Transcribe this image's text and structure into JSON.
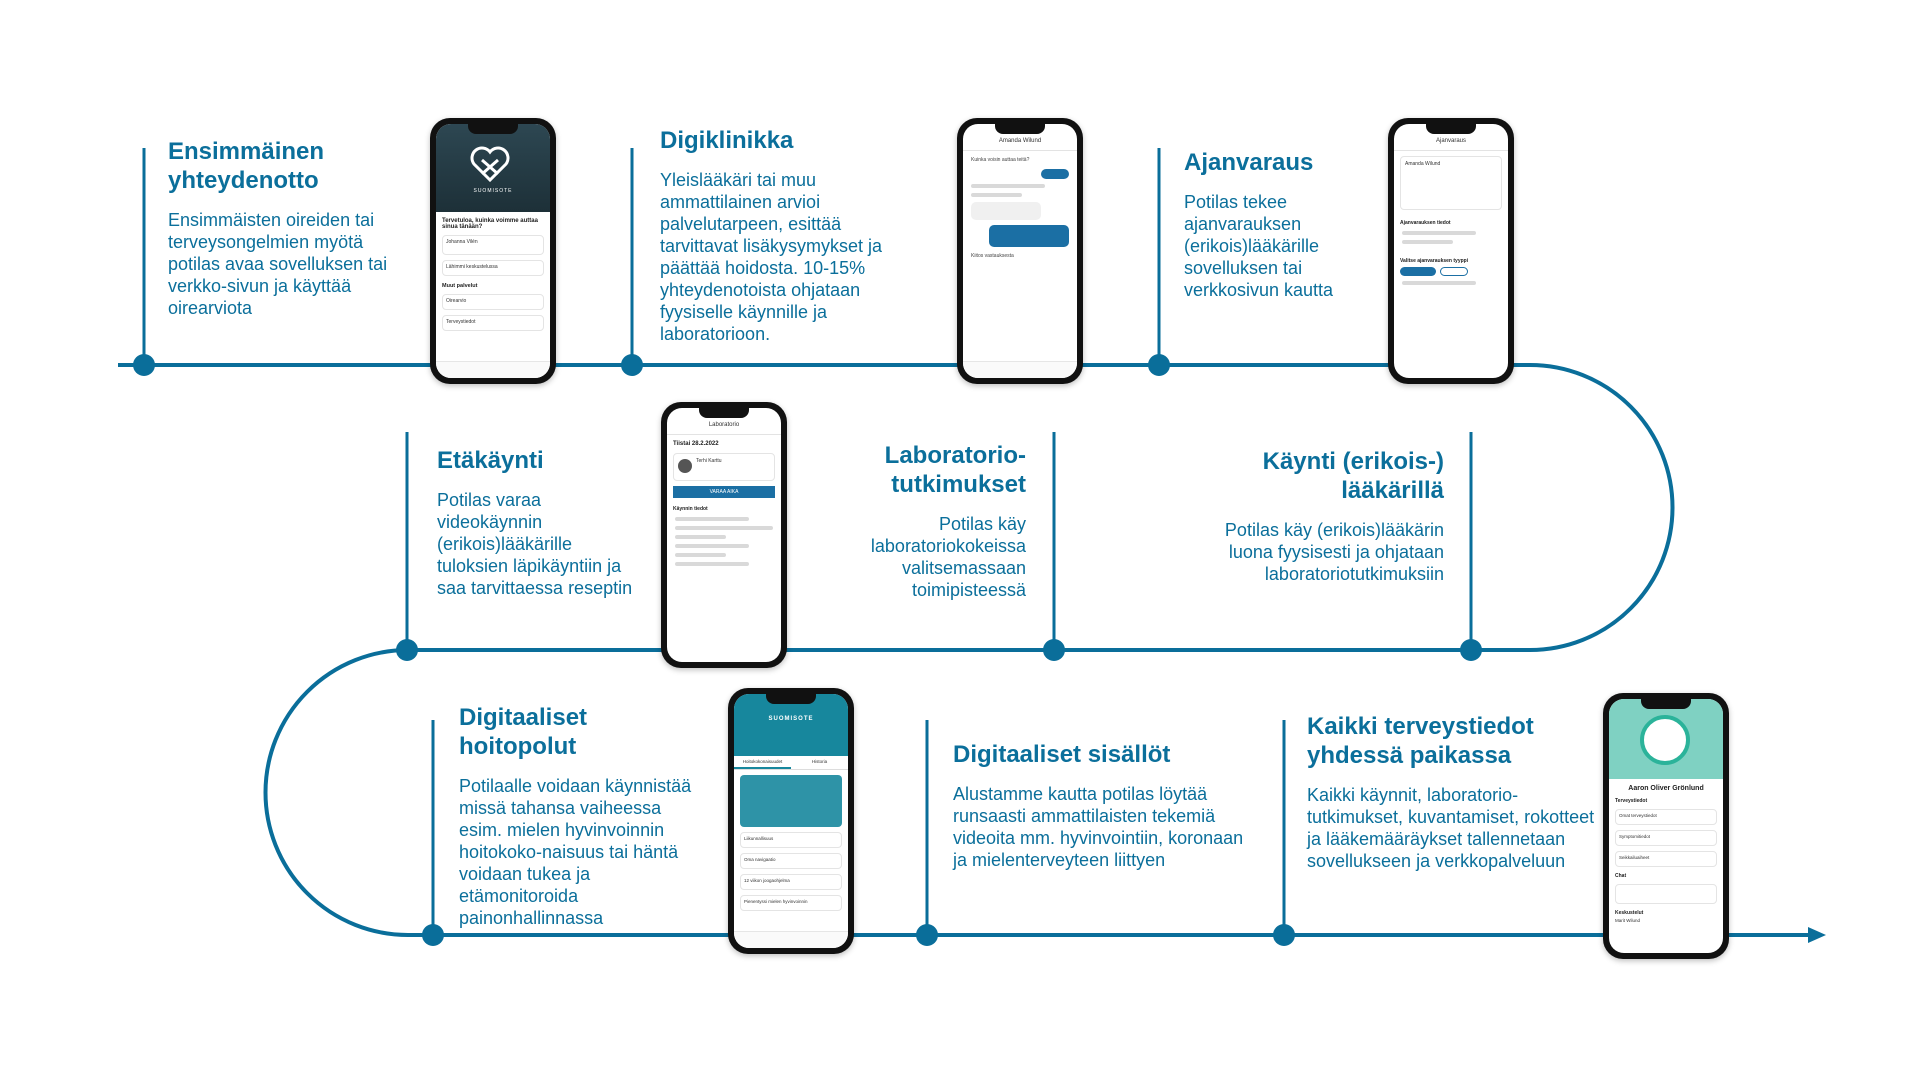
{
  "colors": {
    "line": "#0a6e9a",
    "text": "#0b6f9b",
    "accent": "#1b6fa4"
  },
  "steps": [
    {
      "title": "Ensimmäinen yhteydenotto",
      "text": "Ensimmäisten oireiden tai terveysongelmien myötä potilas avaa sovelluksen tai verkko-sivun ja käyttää oirearviota"
    },
    {
      "title": "Digiklinikka",
      "text": "Yleislääkäri tai muu ammattilainen arvioi palvelutarpeen, esittää tarvittavat lisäkysymykset ja päättää hoidosta. 10-15% yhteydenotoista ohjataan fyysiselle käynnille ja laboratorioon."
    },
    {
      "title": "Ajanvaraus",
      "text": "Potilas tekee ajanvarauksen (erikois)lääkärille sovelluksen tai verkkosivun kautta"
    },
    {
      "title": "Käynti (erikois-) lääkärillä",
      "text": "Potilas käy (erikois)lääkärin luona fyysisesti ja ohjataan laboratoriotutkimuksiin"
    },
    {
      "title": "Laboratorio-tutkimukset",
      "text": "Potilas käy laboratoriokokeissa valitsemassaan toimipisteessä"
    },
    {
      "title": "Etäkäynti",
      "text": "Potilas varaa videokäynnin (erikois)lääkärille tuloksien läpikäyntiin ja saa tarvittaessa reseptin"
    },
    {
      "title": "Digitaaliset hoitopolut",
      "text": "Potilaalle voidaan käynnistää missä tahansa vaiheessa esim. mielen hyvinvoinnin hoitokoko-naisuus tai häntä voidaan tukea ja etämonitoroida painonhallinnassa"
    },
    {
      "title": "Digitaaliset sisällöt",
      "text": "Alustamme kautta potilas löytää runsaasti ammattilaisten tekemiä videoita mm. hyvinvointiin, koronaan ja mielenterveyteen liittyen"
    },
    {
      "title": "Kaikki terveystiedot yhdessä paikassa",
      "text": "Kaikki käynnit, laboratorio-tutkimukset, kuvantamiset, rokotteet ja lääkemääräykset tallennetaan sovellukseen ja verkkopalveluun"
    }
  ],
  "phones": {
    "p1": {
      "brand": "SUOMISOTE",
      "greeting": "Tervetuloa, kuinka voimme auttaa sinua tänään?",
      "item1": "Johanna Vilén",
      "item2": "Lähimmi keskustelussa",
      "section": "Muut palvelut",
      "item3": "Oirearvio",
      "item4": "Terveystiedot"
    },
    "p2": {
      "header": "Amanda Wilund",
      "msg_in": "Kuinka voisin auttaa teitä?",
      "msg_out": "Kiitos vastauksesta"
    },
    "p3": {
      "header": "Ajanvaraus",
      "doctor": "Amanda Wilund",
      "section": "Ajanvarauksen tiedot",
      "type": "Valitse ajanvarauksen tyyppi"
    },
    "p4": {
      "header": "Laboratorio",
      "date": "Tiistai 28.2.2022",
      "doctor": "Terhi Karttu",
      "button": "VARAA AIKA",
      "section": "Käynnin tiedot"
    },
    "p5": {
      "brand": "SUOMISOTE",
      "tab1": "Hoitokokonaisuudet",
      "tab2": "Historia",
      "item1": "Liikunnallisuus",
      "item2": "Oma navigaatio",
      "item3": "12 viikon joogaohjelma",
      "item4": "Pienentyssi mielen hyvinvoinnin"
    },
    "p6": {
      "name": "Aaron Oliver Grönlund",
      "section1": "Terveystiedot",
      "item1": "Omat terveystiedot",
      "item2": "Symptomitiedot",
      "item3": "Seikkailuaiheet",
      "section2": "Chat",
      "section3": "Keskustelut",
      "item4": "Marit Wilund"
    }
  }
}
